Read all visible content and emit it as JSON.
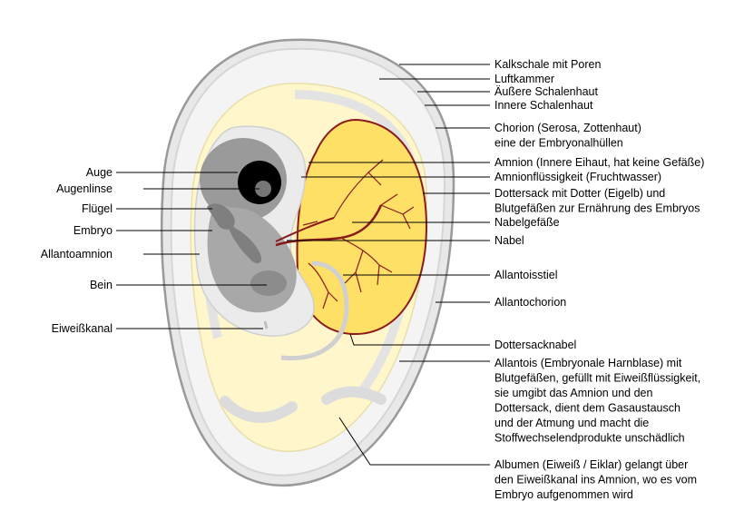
{
  "labels_right": [
    {
      "id": "kalkschale",
      "lines": [
        "Kalkschale mit Poren"
      ]
    },
    {
      "id": "luftkammer",
      "lines": [
        "Luftkammer"
      ]
    },
    {
      "id": "aeussere-schalenhaut",
      "lines": [
        "Äußere Schalenhaut"
      ]
    },
    {
      "id": "innere-schalenhaut",
      "lines": [
        "Innere Schalenhaut"
      ]
    },
    {
      "id": "chorion",
      "lines": [
        "Chorion (Serosa, Zottenhaut)",
        "eine der Embryonalhüllen"
      ]
    },
    {
      "id": "amnion",
      "lines": [
        "Amnion (Innere Eihaut, hat keine Gefäße)"
      ]
    },
    {
      "id": "amnionfluessigkeit",
      "lines": [
        "Amnionflüssigkeit (Fruchtwasser)"
      ]
    },
    {
      "id": "dottersack",
      "lines": [
        "Dottersack mit Dotter (Eigelb) und",
        "Blutgefäßen zur Ernährung des Embryos"
      ]
    },
    {
      "id": "nabelgefaesse",
      "lines": [
        "Nabelgefäße"
      ]
    },
    {
      "id": "nabel",
      "lines": [
        "Nabel"
      ]
    },
    {
      "id": "allantoisstiel",
      "lines": [
        "Allantoisstiel"
      ]
    },
    {
      "id": "allantochorion",
      "lines": [
        "Allantochorion"
      ]
    },
    {
      "id": "dottersacknabel",
      "lines": [
        "Dottersacknabel"
      ]
    },
    {
      "id": "allantois",
      "lines": [
        "Allantois (Embryonale Harnblase) mit",
        "Blutgefäßen, gefüllt mit Eiweißflüssigkeit,",
        "sie umgibt das Amnion und den",
        "Dottersack, dient dem Gasaustausch",
        "und der Atmung und macht die",
        "Stoffwechselendprodukte unschädlich"
      ]
    },
    {
      "id": "albumen",
      "lines": [
        "Albumen (Eiweiß / Eiklar) gelangt über",
        "den Eiweißkanal ins Amnion, wo es vom",
        "Embryo aufgenommen wird"
      ]
    }
  ],
  "labels_left": [
    {
      "id": "auge",
      "text": "Auge"
    },
    {
      "id": "augenlinse",
      "text": "Augenlinse"
    },
    {
      "id": "fluegel",
      "text": "Flügel"
    },
    {
      "id": "embryo",
      "text": "Embryo"
    },
    {
      "id": "allantoamnion",
      "text": "Allantoamnion"
    },
    {
      "id": "bein",
      "text": "Bein"
    },
    {
      "id": "eiweisskanal",
      "text": "Eiweißkanal"
    }
  ],
  "colors": {
    "shell_outer": "#9a9a9a",
    "shell_fill": "#e6e6e6",
    "albumen": "#fff6cc",
    "yolk": "#ffe066",
    "vessel": "#8b1a1a",
    "embryo_dark": "#8c8c8c",
    "embryo_mid": "#b0b0b0",
    "amnion": "#d9d9d9"
  }
}
